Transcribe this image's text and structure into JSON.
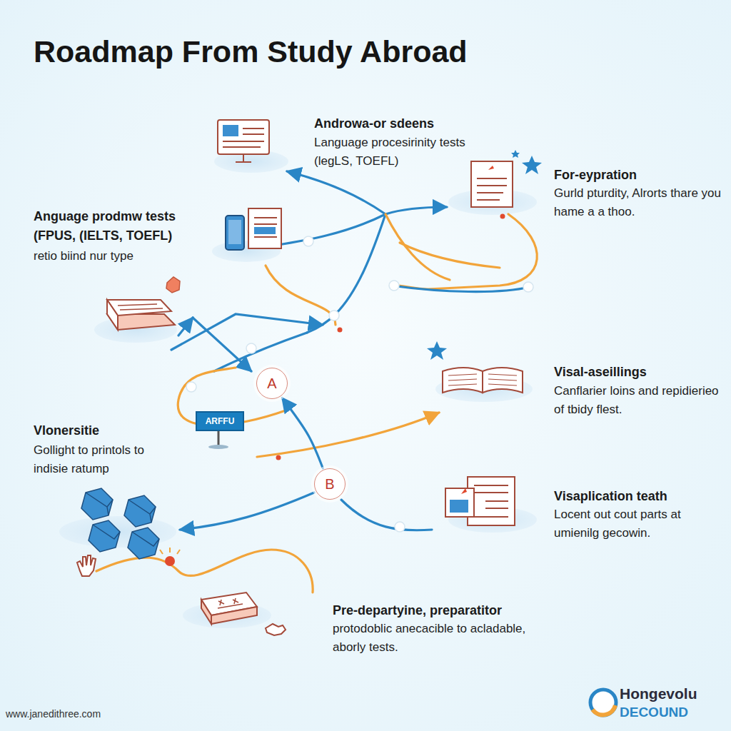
{
  "diagram": {
    "title": "Roadmap From Study Abroad",
    "nodes": [
      {
        "text": [
          "A"
        ]
      },
      {
        "text": [
          "B"
        ]
      },
      {
        "text": [
          "ARFFU"
        ]
      }
    ],
    "edges": [
      {
        "from": 1,
        "to": 0,
        "arrow": "to"
      }
    ],
    "labels": [
      "Androwa-or sdeens",
      "Language procesirinity tests (legLS, TOEFL)",
      "For-eypration",
      "Gurld pturdity, Alrorts thare you hame a a thoo.",
      "Anguage prodmw tests (FPUS, (IELTS, TOEFL)",
      "retio biind nur type",
      "Visal-aseillings",
      "Canflarier loins and repidierieo of tbidy flest.",
      "Vlonersitie",
      "Gollight to printols to indisie ratump",
      "Visaplication teath",
      "Locent out cout parts at umienilg gecowin.",
      "Pre-departyine, preparatitor",
      "protodoblic anecacible to acladable, aborly tests.",
      "www.janedithree.com",
      "Hongevolu",
      "DECOUND"
    ]
  }
}
